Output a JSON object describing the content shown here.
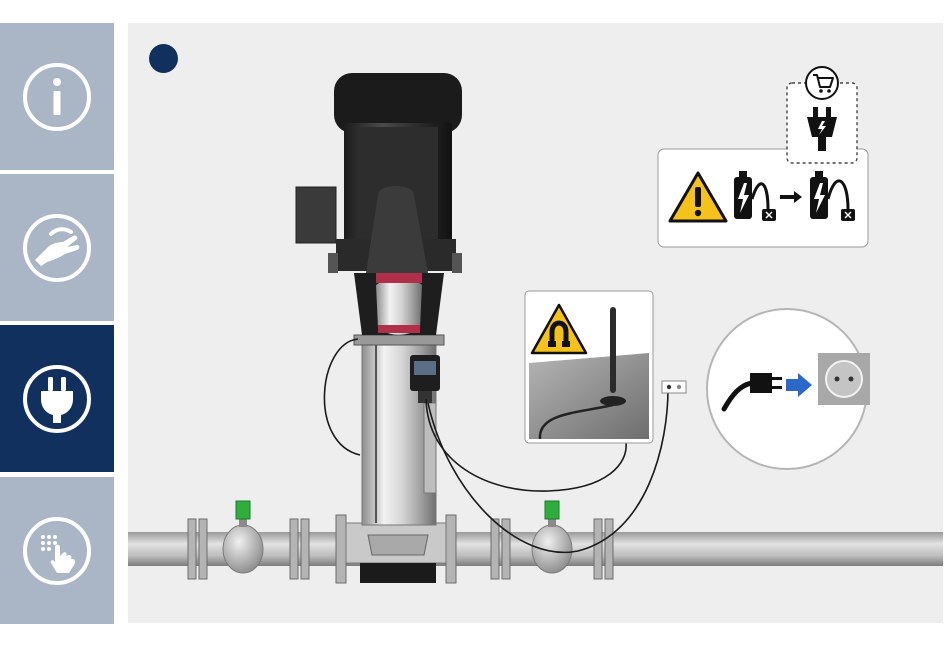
{
  "colors": {
    "tile_inactive": "#aab6c6",
    "tile_active": "#11305e",
    "icon_line": "#ffffff",
    "canvas_bg": "#eeeeee",
    "step_dot": "#11305e",
    "warning_yellow": "#f4c21a",
    "valve_green": "#2fae3d",
    "socket_grey": "#a8a8a8",
    "arrow_blue": "#2c68c8"
  },
  "sidebar": {
    "items": [
      {
        "id": "info",
        "icon": "info-icon",
        "active": false
      },
      {
        "id": "handling",
        "icon": "hand-icon",
        "active": false
      },
      {
        "id": "electrical",
        "icon": "power-plug-icon",
        "active": true
      },
      {
        "id": "operation",
        "icon": "touch-keypad-icon",
        "active": false
      }
    ]
  },
  "illustration": {
    "step_indicator": "step-dot",
    "callouts": [
      {
        "id": "replace-power-supply",
        "icons": [
          "cart-icon",
          "plug-icon",
          "warning-icon",
          "battery-cable-icon"
        ]
      },
      {
        "id": "magnet-warning",
        "icons": [
          "magnet-warning-icon",
          "antenna-icon"
        ]
      },
      {
        "id": "plug-into-socket",
        "icons": [
          "plug-icon",
          "arrow-icon",
          "socket-icon"
        ]
      }
    ]
  }
}
